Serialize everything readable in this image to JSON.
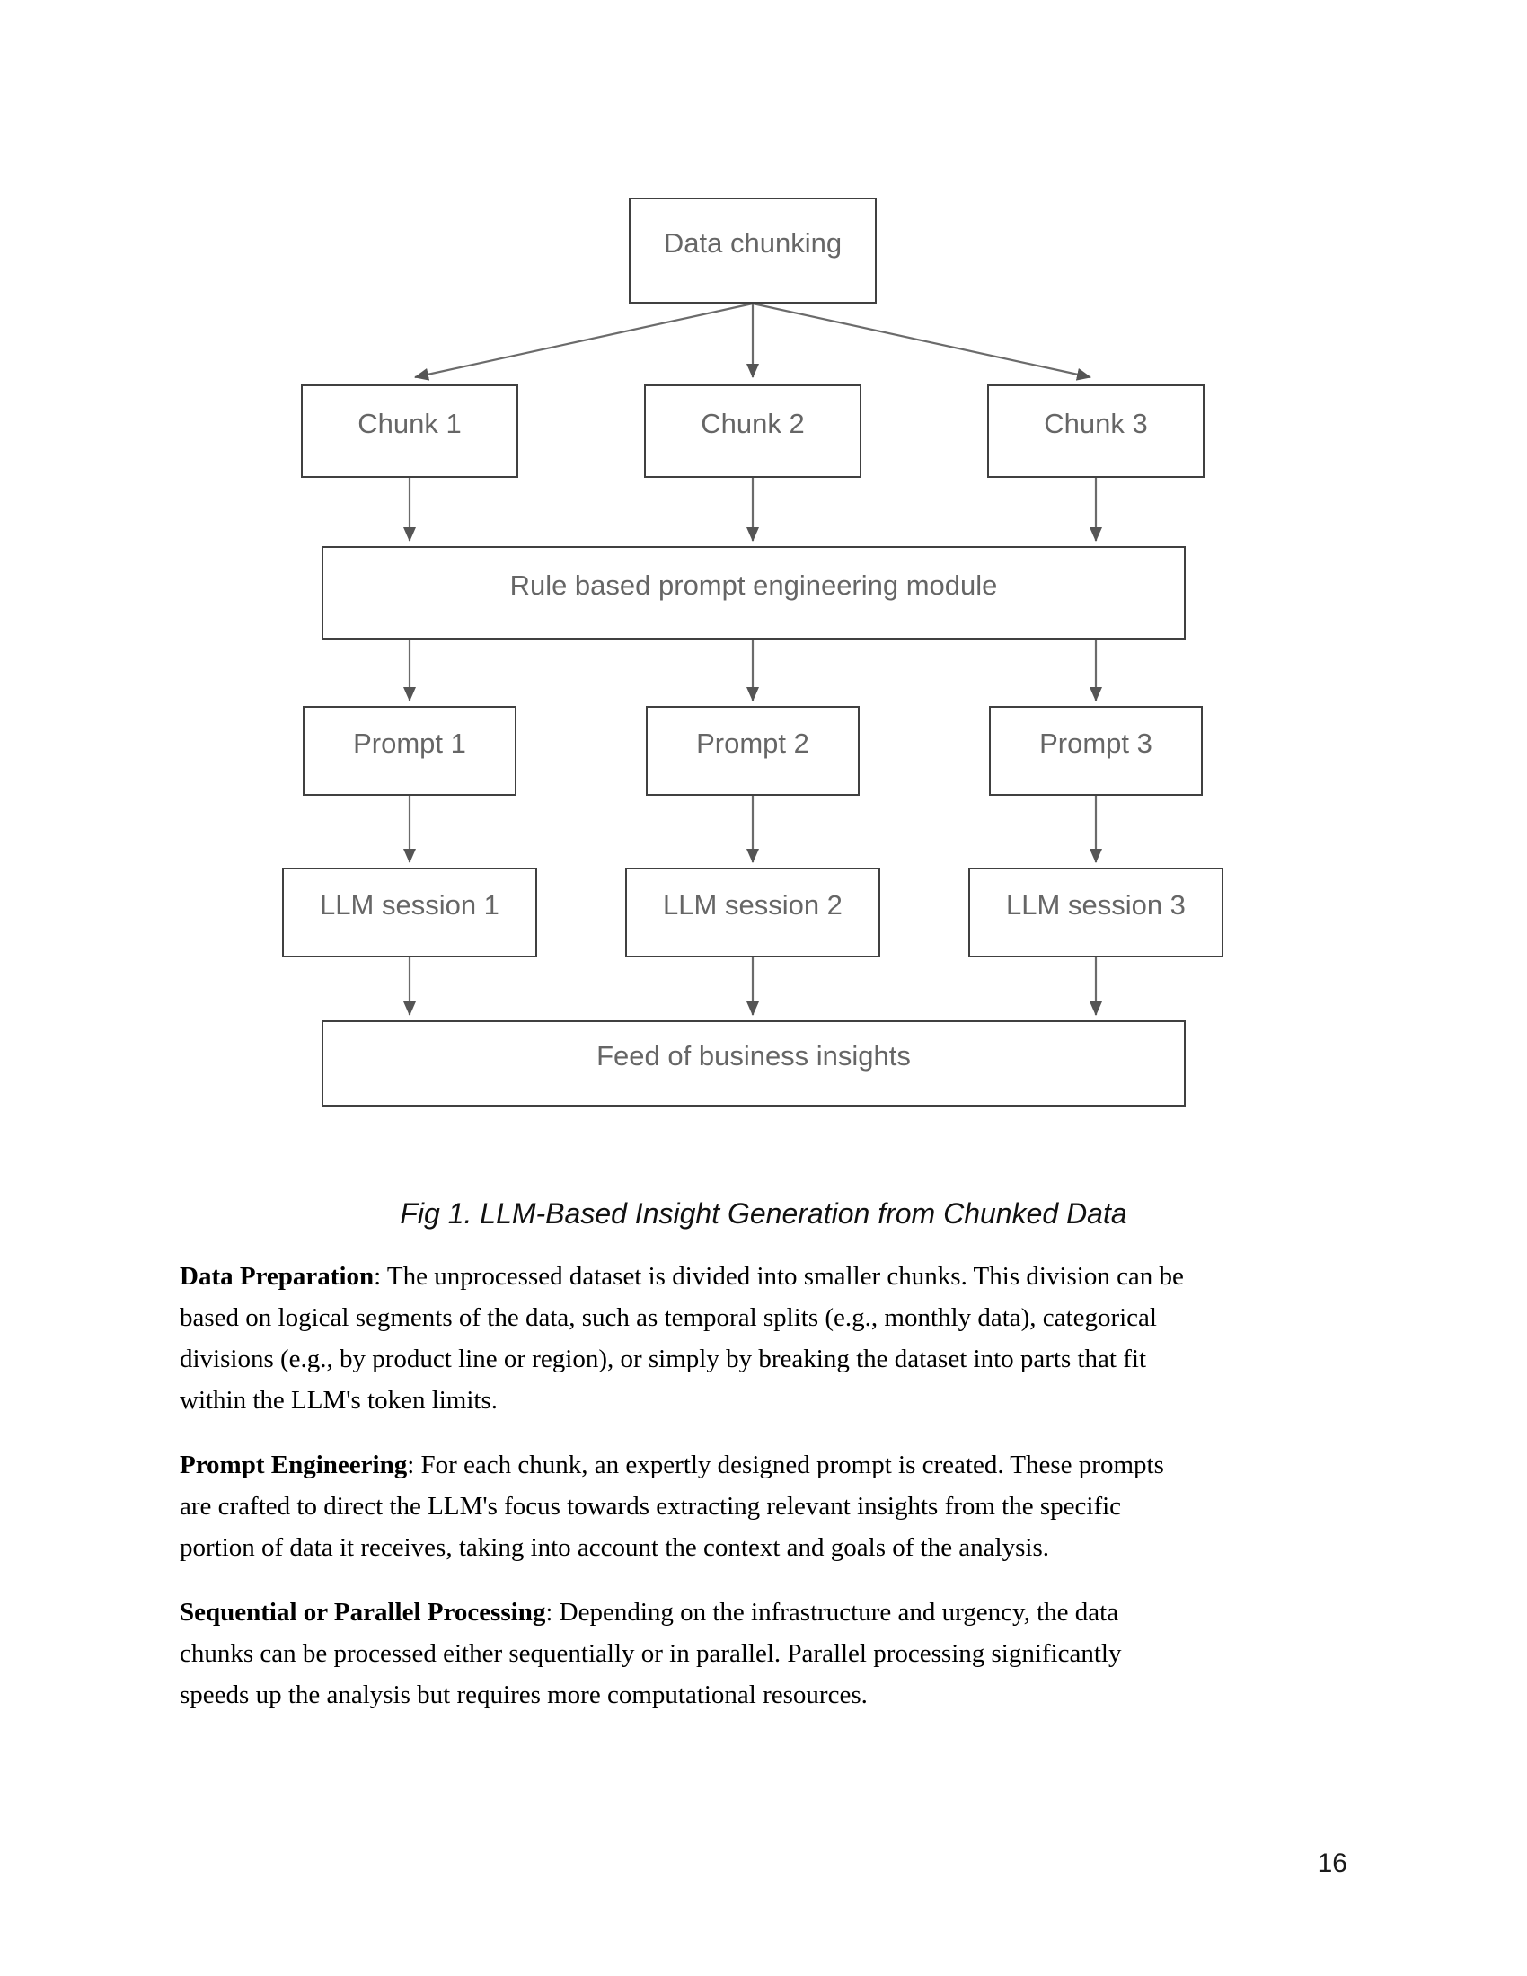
{
  "colors": {
    "node_text": "#666666",
    "node_border": "#404040",
    "arrow": "#666666",
    "body_text": "#000000",
    "background": "#ffffff"
  },
  "figure": {
    "caption": "Fig 1. LLM-Based Insight Generation from Chunked Data",
    "nodes": {
      "data_chunking": "Data chunking",
      "chunk_1": "Chunk 1",
      "chunk_2": "Chunk 2",
      "chunk_3": "Chunk 3",
      "rule_module": "Rule based prompt engineering module",
      "prompt_1": "Prompt 1",
      "prompt_2": "Prompt 2",
      "prompt_3": "Prompt 3",
      "llm_session_1": "LLM session 1",
      "llm_session_2": "LLM session 2",
      "llm_session_3": "LLM session 3",
      "feed": "Feed of business insights"
    }
  },
  "body": {
    "paragraphs": [
      {
        "label": "Data Preparation",
        "lines": [
          ": The unprocessed dataset is divided into smaller chunks. This division can be",
          "based on logical segments of the data, such as temporal splits (e.g., monthly data), categorical",
          "divisions (e.g., by product line or region), or simply by breaking the dataset into parts that fit",
          "within the LLM's token limits."
        ]
      },
      {
        "label": "Prompt Engineering",
        "lines": [
          ": For each chunk, an expertly designed prompt is created. These prompts",
          "are crafted to direct the LLM's focus towards extracting relevant insights from the specific",
          "portion of data it receives, taking into account the context and goals of the analysis."
        ]
      },
      {
        "label": "Sequential or Parallel Processing",
        "lines": [
          ": Depending on the infrastructure and urgency, the data",
          "chunks can be processed either sequentially or in parallel. Parallel processing significantly",
          "speeds up the analysis but requires more computational resources."
        ]
      }
    ]
  },
  "footer": {
    "page_number": "16"
  }
}
